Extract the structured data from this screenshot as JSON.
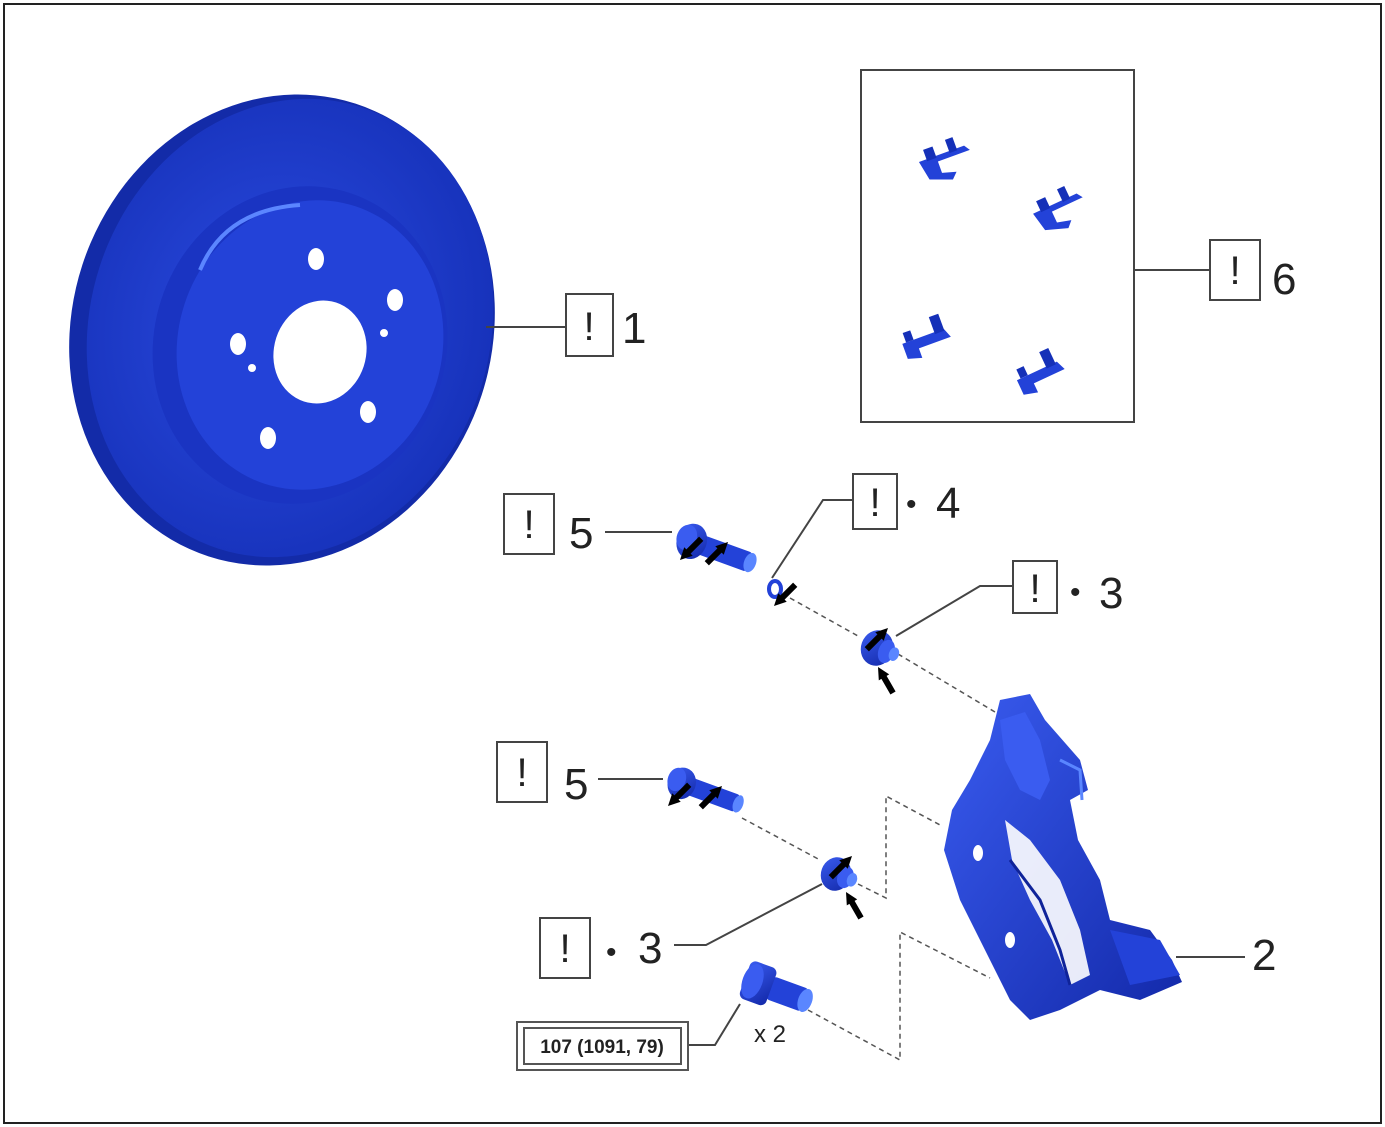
{
  "callouts": {
    "rotor": {
      "number": "1",
      "symbol": "!"
    },
    "pad_support_plates": {
      "number": "6",
      "symbol": "!"
    },
    "upper_slide_pin": {
      "number": "5",
      "symbol": "!"
    },
    "bushing": {
      "number": "4",
      "symbol": "!",
      "bullet": "•"
    },
    "upper_boot": {
      "number": "3",
      "symbol": "!",
      "bullet": "•"
    },
    "lower_slide_pin": {
      "number": "5",
      "symbol": "!"
    },
    "lower_boot": {
      "number": "3",
      "symbol": "!",
      "bullet": "•"
    },
    "caliper_bracket": {
      "number": "2"
    }
  },
  "torque_spec": "107 (1091, 79)",
  "bolt_quantity": "x 2",
  "colors": {
    "part_blue": "#1f3fd0",
    "part_dark": "#0f2399",
    "part_light": "#5a86ff",
    "line": "#444444",
    "arrow": "#000000"
  }
}
